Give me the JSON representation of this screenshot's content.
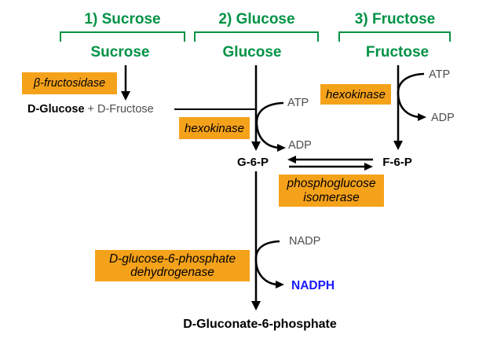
{
  "sections": [
    {
      "header": "1) Sucrose",
      "substrate": "Sucrose"
    },
    {
      "header": "2) Glucose",
      "substrate": "Glucose"
    },
    {
      "header": "3) Fructose",
      "substrate": "Fructose"
    }
  ],
  "reaction_sucrose": {
    "enzyme": "β-fructosidase",
    "product_bold": "D-Glucose",
    "product_rest": "+ D-Fructose"
  },
  "reaction_glucose": {
    "enzyme": "hexokinase",
    "cofactor_in": "ATP",
    "cofactor_out": "ADP",
    "product": "G-6-P"
  },
  "reaction_fructose": {
    "enzyme": "hexokinase",
    "cofactor_in": "ATP",
    "cofactor_out": "ADP",
    "product": "F-6-P"
  },
  "isomerization": {
    "enzyme_line1": "phosphoglucose",
    "enzyme_line2": "isomerase"
  },
  "oxidation": {
    "enzyme_line1": "D-glucose-6-phosphate",
    "enzyme_line2": "dehydrogenase",
    "cofactor_in": "NADP",
    "cofactor_out": "NADPH",
    "product": "D-Gluconate-6-phosphate"
  },
  "colors": {
    "green": "#009245",
    "orange": "#F5A21B",
    "blue": "#1A1AFF",
    "gray_text": "#4D4D4D",
    "black": "#000000"
  }
}
